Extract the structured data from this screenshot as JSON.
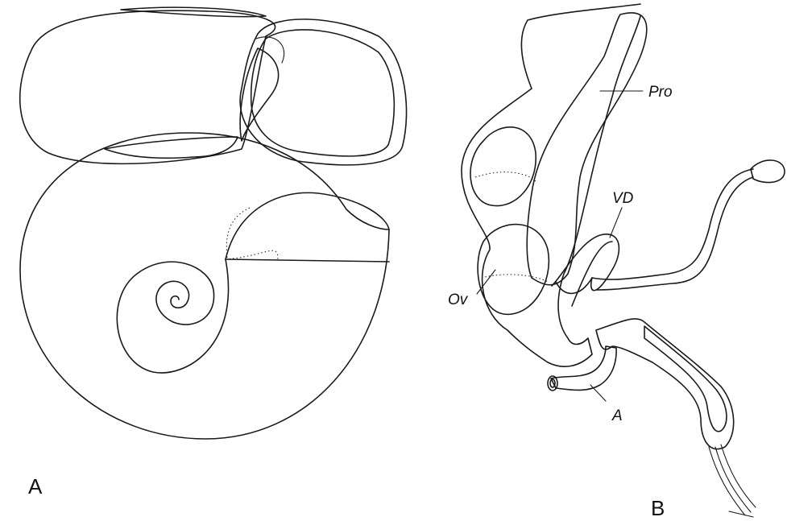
{
  "figure": {
    "panel_a": {
      "letter": "A"
    },
    "panel_b": {
      "letter": "B",
      "labels": {
        "pro": "Pro",
        "vd": "VD",
        "ov": "Ov",
        "a": "A"
      }
    }
  },
  "colors": {
    "ink": "#1a1a1a",
    "background": "#ffffff"
  }
}
